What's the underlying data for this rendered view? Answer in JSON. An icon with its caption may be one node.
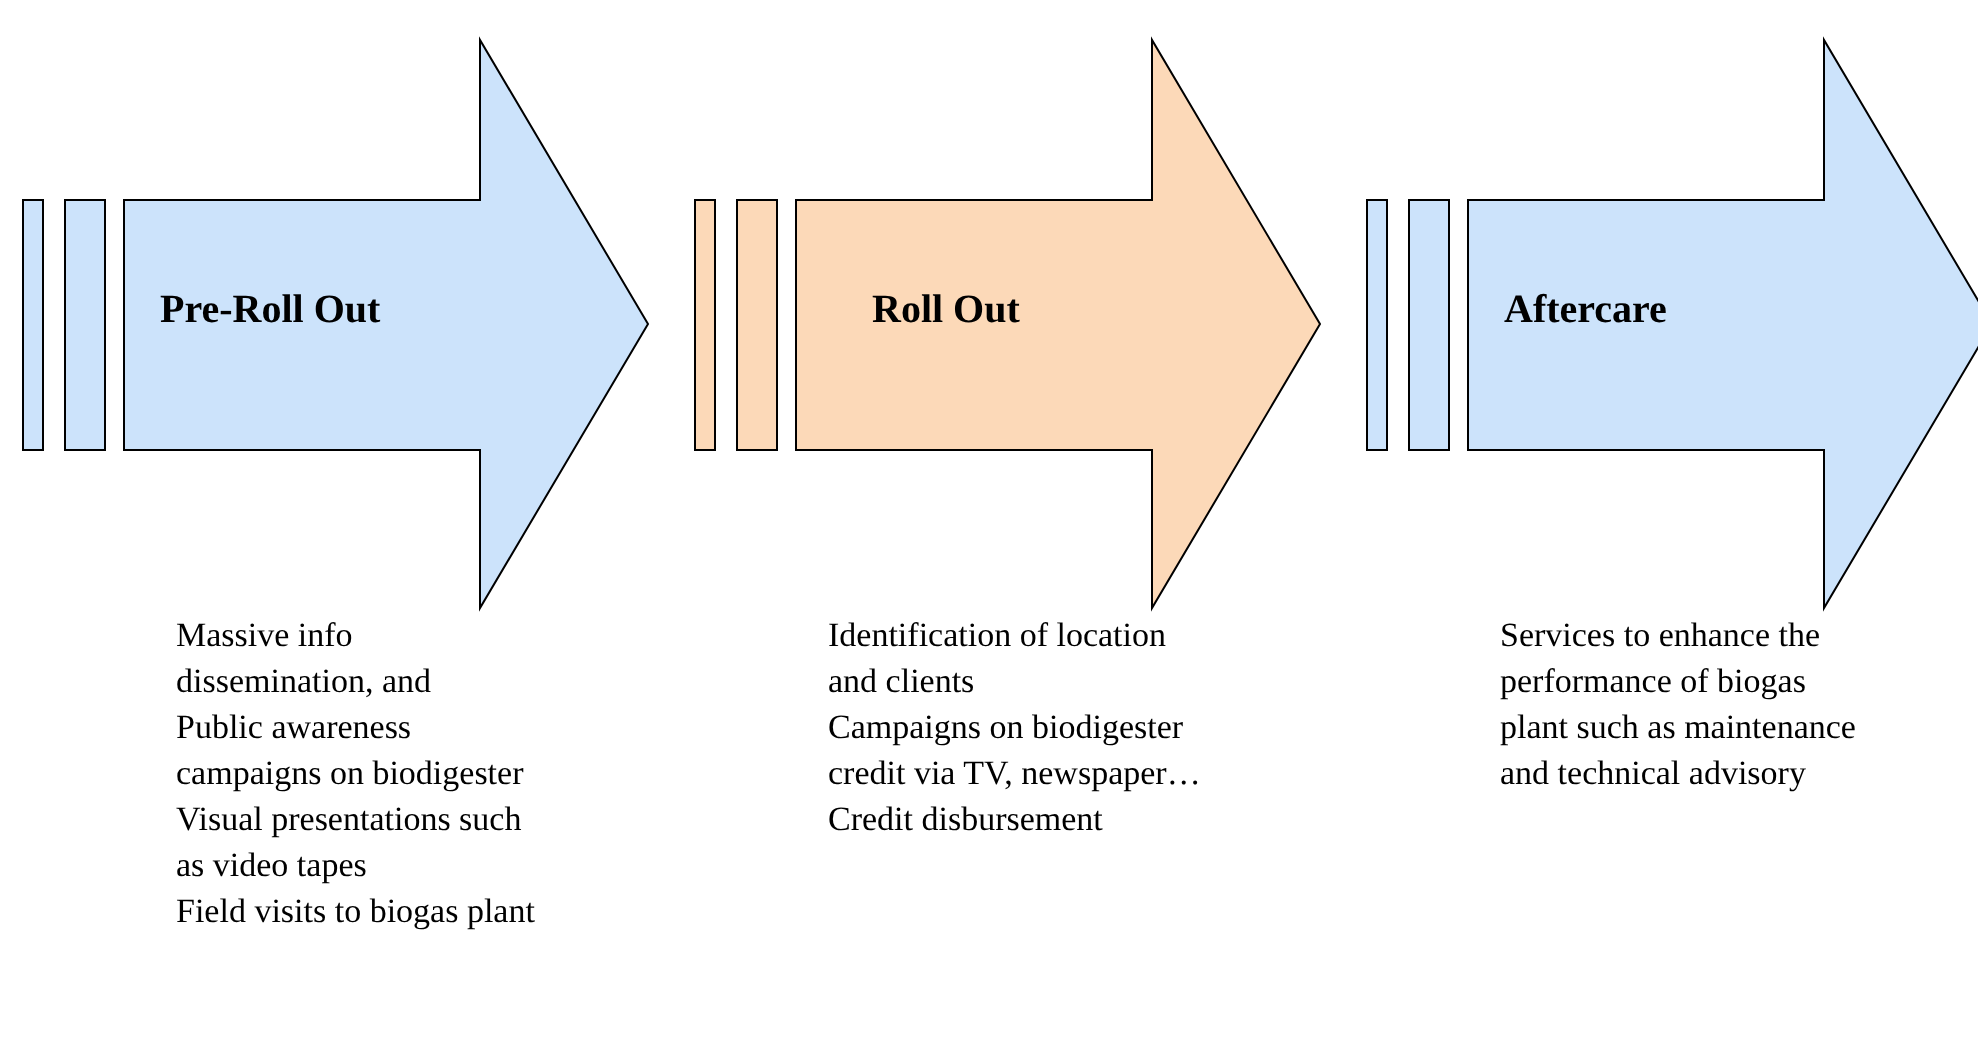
{
  "diagram": {
    "nodes": [
      {
        "text": [
          "Pre-Roll Out"
        ],
        "beside": [
          "Massive info dissemination, and",
          "Public awareness campaigns on biodigester",
          "Visual presentations such as video tapes",
          "Field visits to biogas plant"
        ]
      },
      {
        "text": [
          "Roll Out"
        ],
        "beside": [
          "Identification of location and clients",
          "Campaigns on biodigester credit via TV, newspaper…",
          "Credit disbursement"
        ]
      },
      {
        "text": [
          "Aftercare"
        ],
        "beside": [
          "Services to enhance the performance of biogas plant such as maintenance and technical advisory"
        ]
      }
    ],
    "edges": []
  }
}
